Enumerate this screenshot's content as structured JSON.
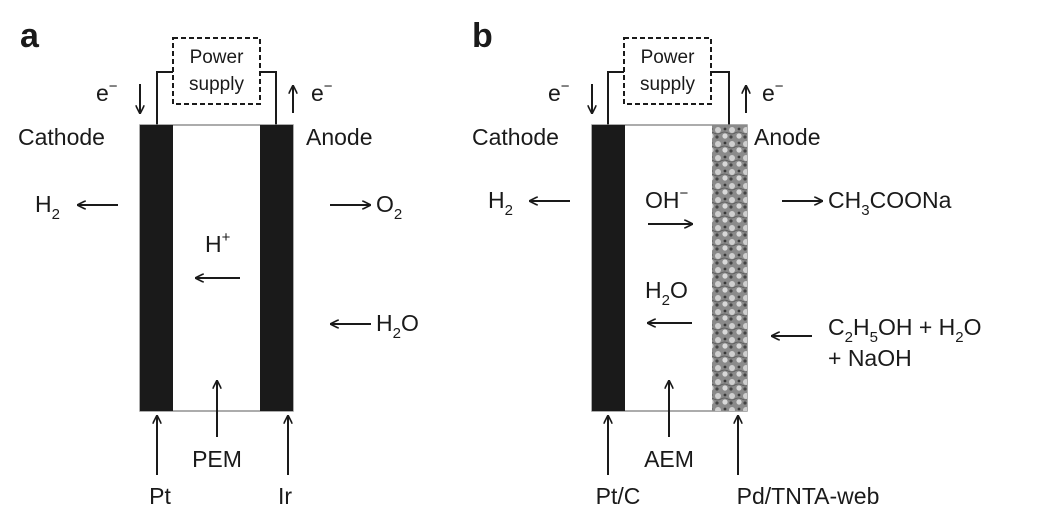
{
  "panel_a": {
    "letter": "a",
    "power_supply": [
      "Power",
      "supply"
    ],
    "electron_left": "e",
    "electron_right": "e",
    "electron_sup": "−",
    "cathode": "Cathode",
    "anode": "Anode",
    "h2_main": "H",
    "h2_sub": "2",
    "o2_main": "O",
    "o2_sub": "2",
    "hplus_main": "H",
    "hplus_sup": "+",
    "h2o_main": "H",
    "h2o_sub": "2",
    "h2o_end": "O",
    "pem": "PEM",
    "pt": "Pt",
    "ir": "Ir"
  },
  "panel_b": {
    "letter": "b",
    "power_supply": [
      "Power",
      "supply"
    ],
    "electron_left": "e",
    "electron_right": "e",
    "electron_sup": "−",
    "cathode": "Cathode",
    "anode": "Anode",
    "h2_main": "H",
    "h2_sub": "2",
    "oh_main": "OH",
    "oh_sup": "−",
    "h2o_main": "H",
    "h2o_sub": "2",
    "h2o_end": "O",
    "product": {
      "p1": "CH",
      "s1": "3",
      "p2": "COONa"
    },
    "feed": {
      "p1": "C",
      "s1": "2",
      "p2": "H",
      "s2": "5",
      "p3": "OH + H",
      "s3": "2",
      "p4": "O"
    },
    "feed_line2": "+ NaOH",
    "aem": "AEM",
    "ptc": "Pt/C",
    "pd": "Pd/TNTA-web"
  }
}
